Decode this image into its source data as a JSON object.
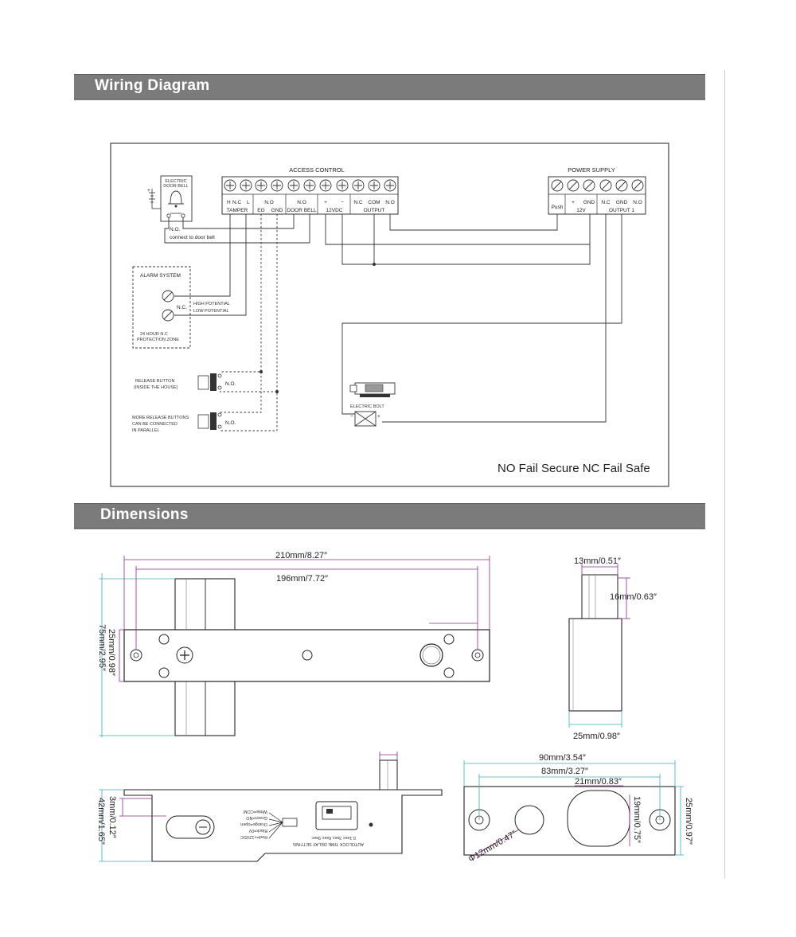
{
  "sections": {
    "wiring_title": "Wiring Diagram",
    "dimensions_title": "Dimensions"
  },
  "wiring": {
    "access_control": "ACCESS CONTROL",
    "power_supply": "POWER SUPPLY",
    "door_bell_line1": "ELECTRIC",
    "door_bell_line2": "DOOR BELL",
    "door_bell_no": "N.O.",
    "connect_to_door_bell": "connect to door bell",
    "ac_top_labels": [
      "H",
      "N.C",
      "L",
      "N.O",
      "N.O",
      "+",
      "−",
      "N.C",
      "COM",
      "N.O"
    ],
    "ac_bottom_labels": [
      "TAMPER",
      "EG",
      "GND",
      "DOOR BELL",
      "12VDC",
      "OUTPUT"
    ],
    "ps_top_labels": [
      "+",
      "GND",
      "N.C",
      "GND",
      "N.O"
    ],
    "ps_bottom_labels": [
      "Push",
      "12V",
      "OUTPUT 1"
    ],
    "alarm_system": "ALARM SYSTEM",
    "alarm_nc": "N.C.",
    "high_potential": "HIGH POTENTIAL",
    "low_potential": "LOW POTENTIAL",
    "alarm_zone_line1": "24 HOUR N.C",
    "alarm_zone_line2": "PROTECTION ZONE",
    "release_button_line1": "RELEASE BUTTON",
    "release_button_line2": "(INSIDE THE HOUSE)",
    "release_no_1": "N.O.",
    "more_buttons_line1": "MORE RELEASE BUTTONS",
    "more_buttons_line2": "CAN BE CONNECTED",
    "more_buttons_line3": "IN PARALLEL",
    "release_no_2": "N.O.",
    "electric_bolt": "ELECTRIC BOLT",
    "bolt_minus": "−",
    "bolt_plus": "+",
    "fail_mode": "NO Fail Secure NC Fail Safe"
  },
  "dimensions": {
    "top_length_overall": "210mm/8.27″",
    "top_length_holes": "196mm/7.72″",
    "top_height_overall": "75mm/2.95″",
    "top_height_plate": "25mm/0.98″",
    "side_bolt_width": "13mm/0.51″",
    "side_bolt_protrusion": "16mm/0.63″",
    "side_body_width": "25mm/0.98″",
    "bottom_height": "42mm/1.65″",
    "bottom_bolt_offset": "3mm/0.12″",
    "wire_white": "White=COM",
    "wire_green": "Green=NO",
    "wire_orange": "Orange=open",
    "wire_black": "Black=0V",
    "wire_red": "Red=+12VDC",
    "delay_setting": "AUTOLOCK TIME DELAY SETTING",
    "delay_options": "0.1sec 3sec 6sec 9sec",
    "plate_length_overall": "90mm/3.54″",
    "plate_length_holes": "83mm/3.27″",
    "plate_bolt_hole": "21mm/0.83″",
    "plate_bolt_hole_height": "19mm/0.75″",
    "plate_height": "25mm/0.97″",
    "plate_hole_diameter": "Φ12mm/0.47″"
  }
}
